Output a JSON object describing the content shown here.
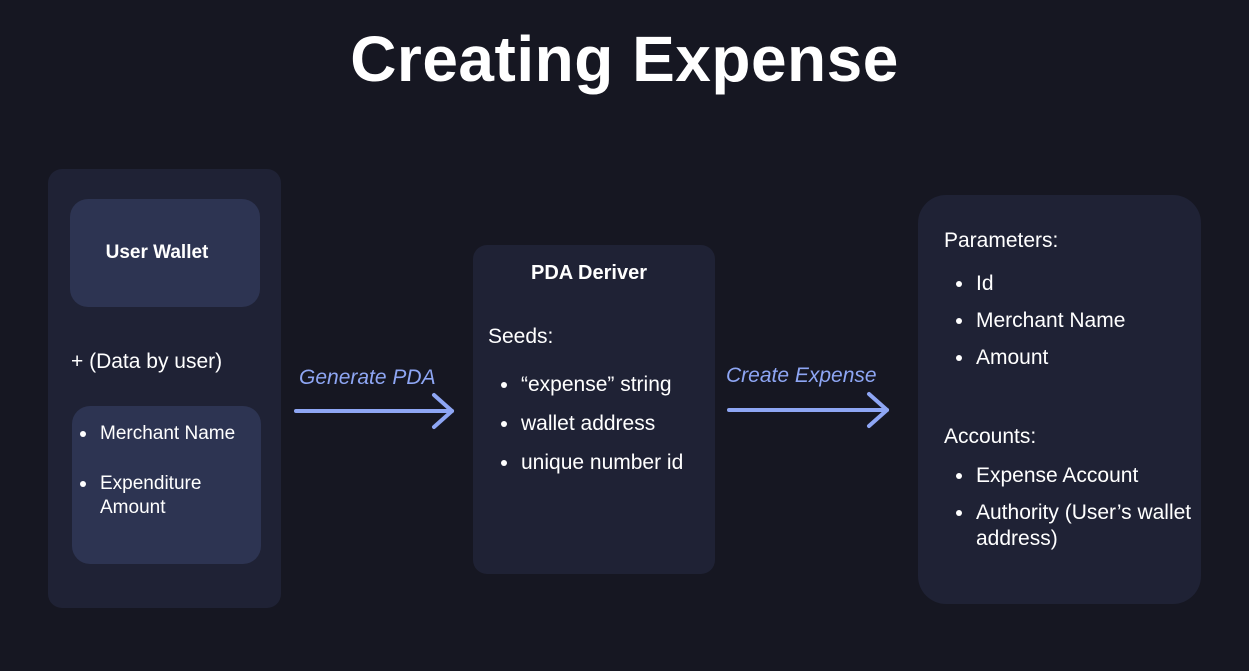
{
  "title": "Creating Expense",
  "colors": {
    "background": "#161722",
    "panel": "#1f2235",
    "inner_box": "#2d3452",
    "arrow": "#8ea6f4",
    "text": "#ffffff"
  },
  "user_panel": {
    "wallet_label": "User Wallet",
    "data_label": "+ (Data by user)",
    "items": [
      "Merchant Name",
      "Expenditure Amount"
    ]
  },
  "arrow_generate": {
    "label": "Generate PDA"
  },
  "pda_panel": {
    "title": "PDA Deriver",
    "seeds_label": "Seeds:",
    "seeds": [
      "“expense” string",
      "wallet address",
      "unique number id"
    ]
  },
  "arrow_create": {
    "label": "Create Expense"
  },
  "instruction_panel": {
    "parameters_label": "Parameters:",
    "parameters": [
      "Id",
      "Merchant Name",
      "Amount"
    ],
    "accounts_label": "Accounts:",
    "accounts": [
      "Expense Account",
      "Authority (User’s wallet address)"
    ]
  }
}
